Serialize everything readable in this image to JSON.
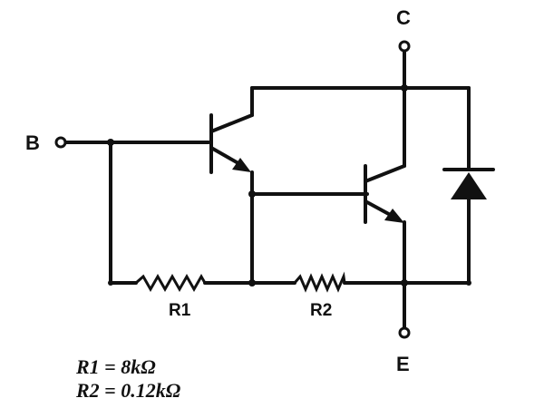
{
  "terminals": {
    "base": "B",
    "collector": "C",
    "emitter": "E"
  },
  "components": {
    "r1_label": "R1",
    "r2_label": "R2"
  },
  "equations": [
    "R1 = 8kΩ",
    "R2 = 0.12kΩ"
  ]
}
